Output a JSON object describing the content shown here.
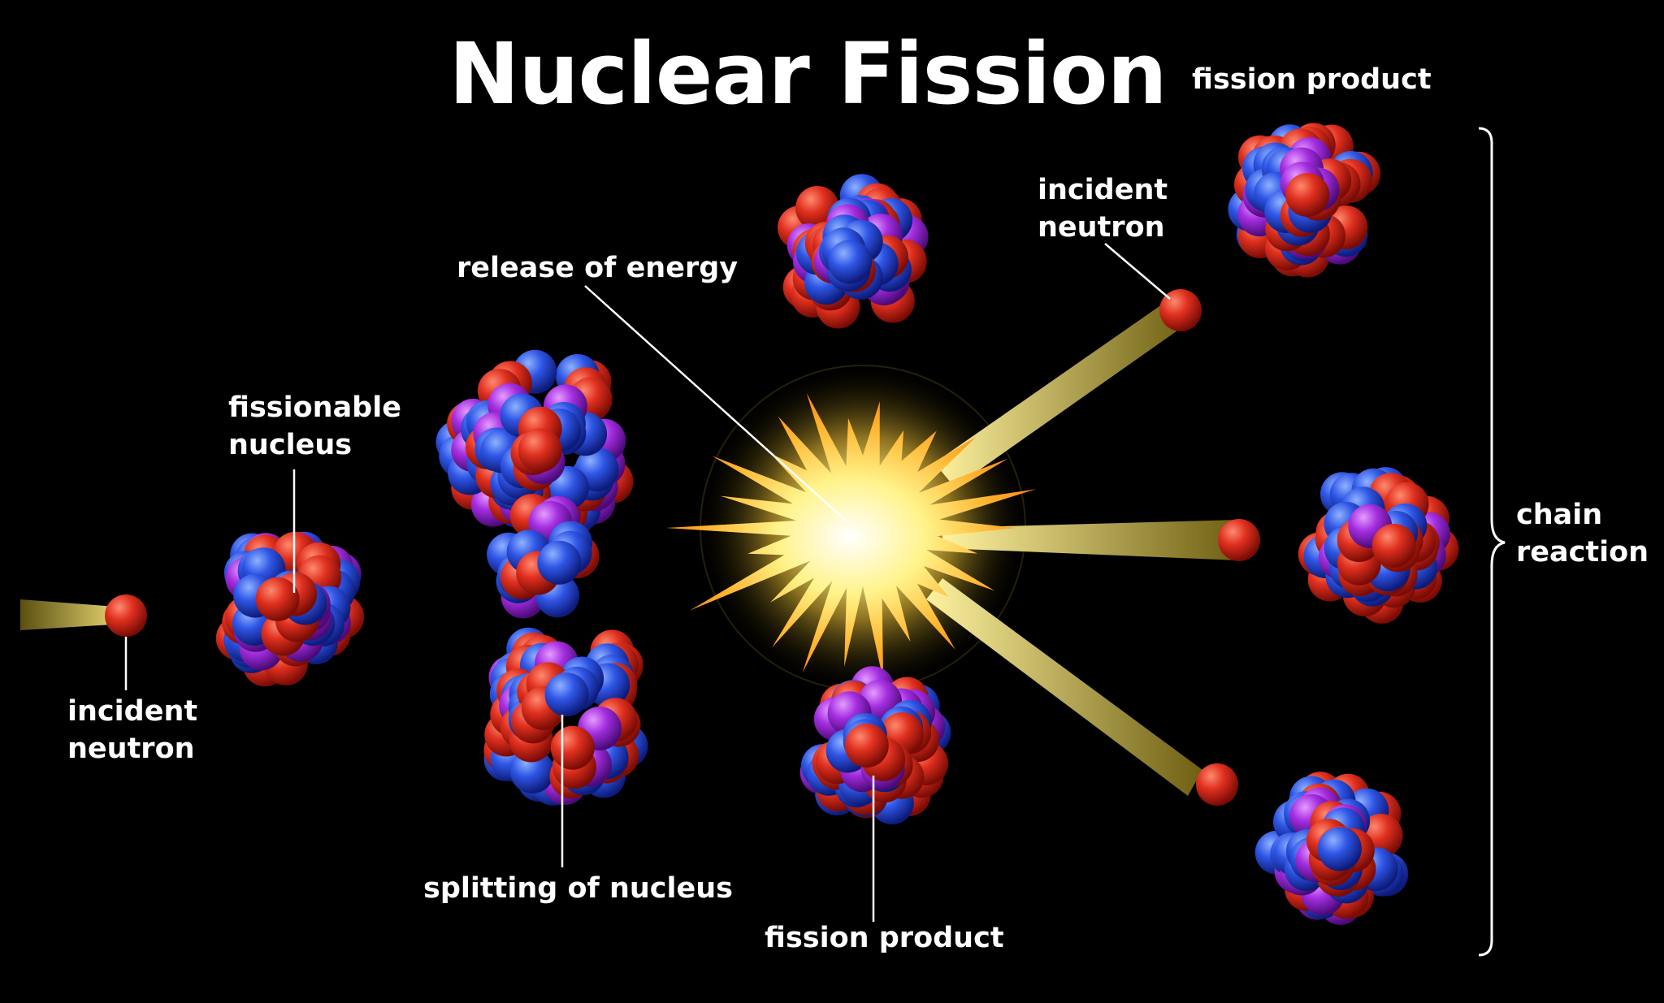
{
  "title": "Nuclear Fission",
  "labels": {
    "incident_neutron_left": [
      "incident",
      "neutron"
    ],
    "fissionable_nucleus": [
      "fissionable",
      "nucleus"
    ],
    "splitting_of_nucleus": "splitting of nucleus",
    "release_of_energy": "release of energy",
    "fission_product_bottom": "fission product",
    "fission_product_top": "fission product",
    "incident_neutron_right": [
      "incident",
      "neutron"
    ],
    "chain_reaction": [
      "chain",
      "reaction"
    ]
  },
  "colors": {
    "background": "#000000",
    "proton": "#d62a1f",
    "neutron": "#2a4fe0",
    "third_particle": "#a12ad6",
    "energy_glow": "#fff27a",
    "beam": "#e0c540"
  }
}
